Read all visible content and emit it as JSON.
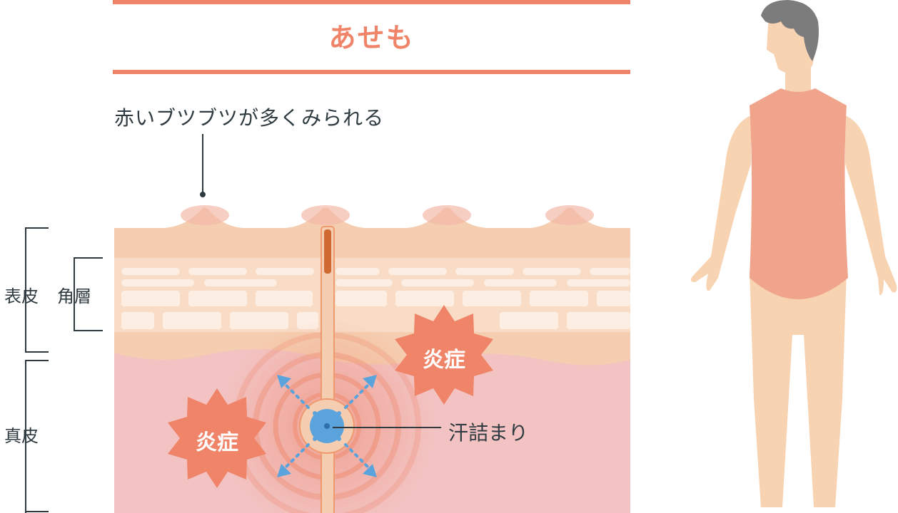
{
  "title": "あせも",
  "caption": "赤いブツブツが多くみられる",
  "labels": {
    "epidermis": "表皮",
    "stratum_corneum": "角層",
    "dermis": "真皮",
    "sweat_clog": "汗詰まり",
    "inflammation_1": "炎症",
    "inflammation_2": "炎症"
  },
  "colors": {
    "accent": "#ef8468",
    "text": "#2f3b40",
    "epidermis": "#f5cdb0",
    "dermis": "#f2c3c2",
    "sweat_blue": "#5aa3dc",
    "shirt": "#f0a48c",
    "skin": "#f7d3b2",
    "hair": "#7c7c7c"
  }
}
